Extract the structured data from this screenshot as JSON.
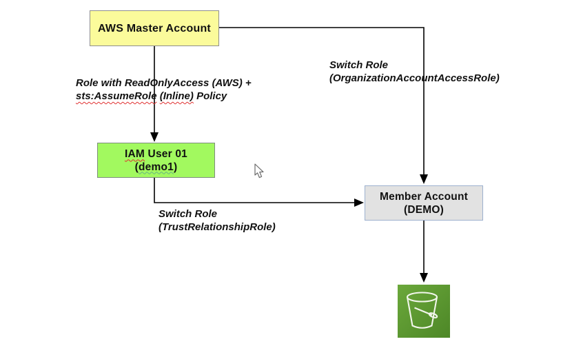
{
  "diagram": {
    "nodes": {
      "master": {
        "label": "AWS Master Account"
      },
      "iam_user": {
        "line1_iam": "IAM",
        "line1_rest": "User 01",
        "line2_open": "(",
        "line2_name": "demo1",
        "line2_close": ")"
      },
      "member": {
        "line1": "Member Account",
        "line2": "(DEMO)"
      },
      "s3": {
        "icon": "s3-bucket-icon"
      }
    },
    "edges": {
      "master_to_iam": {
        "line1": "Role with ReadOnlyAccess (AWS) +",
        "line2_sts": "sts:AssumeRole",
        "line2_inline": "(Inline)",
        "line2_policy": "Policy"
      },
      "master_to_member": {
        "line1": "Switch Role",
        "line2": "(OrganizationAccountAccessRole)"
      },
      "iam_to_member": {
        "line1": "Switch Role",
        "line2": "(TrustRelationshipRole)"
      }
    }
  },
  "cursor": {
    "icon": "mouse-pointer-icon"
  },
  "colors": {
    "master_fill": "#FBFB9B",
    "master_border": "#8E8E8E",
    "iam_fill": "#A2F95F",
    "iam_border": "#7D8D7D",
    "member_fill": "#E2E2E2",
    "member_border": "#9CB0CE",
    "s3_green_light": "#6BA83B",
    "s3_green_dark": "#4D8727",
    "edge_color": "#000000",
    "squiggle_red": "#E03030",
    "text_color": "#111111"
  }
}
